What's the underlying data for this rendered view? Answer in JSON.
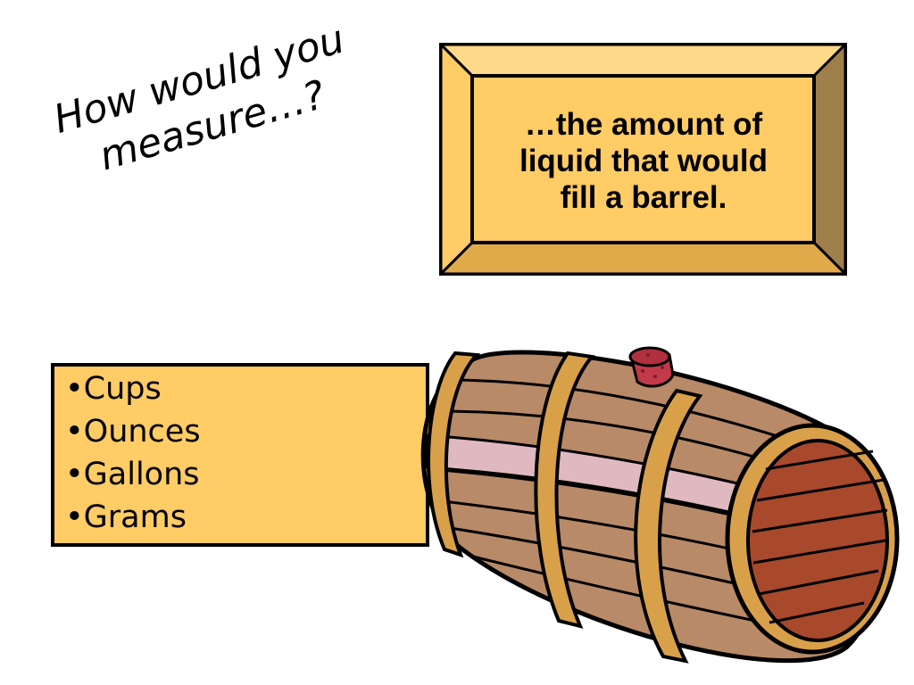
{
  "question": {
    "line1": "How would you",
    "line2": "measure…?"
  },
  "prompt": {
    "line1": "…the amount of",
    "line2": "liquid that would",
    "line3": "fill a barrel."
  },
  "options": {
    "items": [
      "•Cups",
      "•Ounces",
      "•Gallons",
      "•Grams"
    ]
  },
  "colors": {
    "box_fill": "#ffcc66",
    "frame_light": "#ffd98a",
    "frame_dark": "#a0804a",
    "barrel_staves": "#b88a68",
    "barrel_hoops": "#d9a04a",
    "barrel_band": "#e0b8c0",
    "barrel_lid": "#a8492b",
    "cork": "#c23a4a"
  },
  "icons": {
    "barrel": "wooden-barrel-icon",
    "cork": "cork-icon"
  }
}
